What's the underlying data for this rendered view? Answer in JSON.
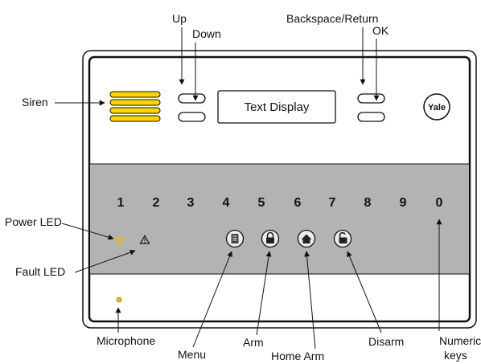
{
  "labels": {
    "up": "Up",
    "down": "Down",
    "backspace_return": "Backspace/Return",
    "ok": "OK",
    "siren": "Siren",
    "power_led": "Power LED",
    "fault_led": "Fault LED",
    "microphone": "Microphone",
    "menu": "Menu",
    "arm": "Arm",
    "home_arm": "Home Arm",
    "disarm": "Disarm",
    "numeric_keys_line1": "Numeric",
    "numeric_keys_line2": "keys"
  },
  "panel": {
    "display_text": "Text Display",
    "logo": "Yale",
    "keys": [
      "1",
      "2",
      "3",
      "4",
      "5",
      "6",
      "7",
      "8",
      "9",
      "0"
    ]
  },
  "colors": {
    "siren": "#ffd400",
    "led": "#f5b800",
    "keypad_band": "#b3b3b3"
  }
}
